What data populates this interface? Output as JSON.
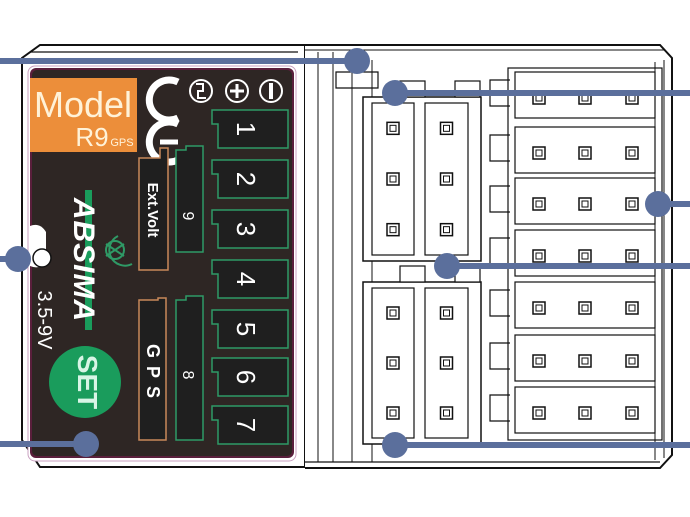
{
  "device": {
    "brand": "ABSIMA",
    "model_word": "Model",
    "model_name": "R9",
    "model_suffix": "GPS",
    "certification": "CE",
    "voltage": "3.5-9V",
    "set_button": "SET",
    "ext_volt_label": "Ext.Volt",
    "gps_label": "GPS",
    "polarity_symbols": [
      {
        "name": "signal",
        "glyph": "Ⴑ"
      },
      {
        "name": "plus",
        "glyph": "⊕"
      },
      {
        "name": "minus",
        "glyph": "⦶"
      }
    ],
    "channels": [
      "1",
      "2",
      "3",
      "4",
      "5",
      "6",
      "7"
    ],
    "extra_channels": [
      "9",
      "8"
    ]
  },
  "colors": {
    "board": "#2e2624",
    "board_border": "#5a1f3c",
    "model_badge": "#ec8e3a",
    "channel_outline": "#2f9a66",
    "set_button": "#1a9c5c",
    "ext_outline": "#c9885a",
    "callout": "#5b6f9c"
  }
}
